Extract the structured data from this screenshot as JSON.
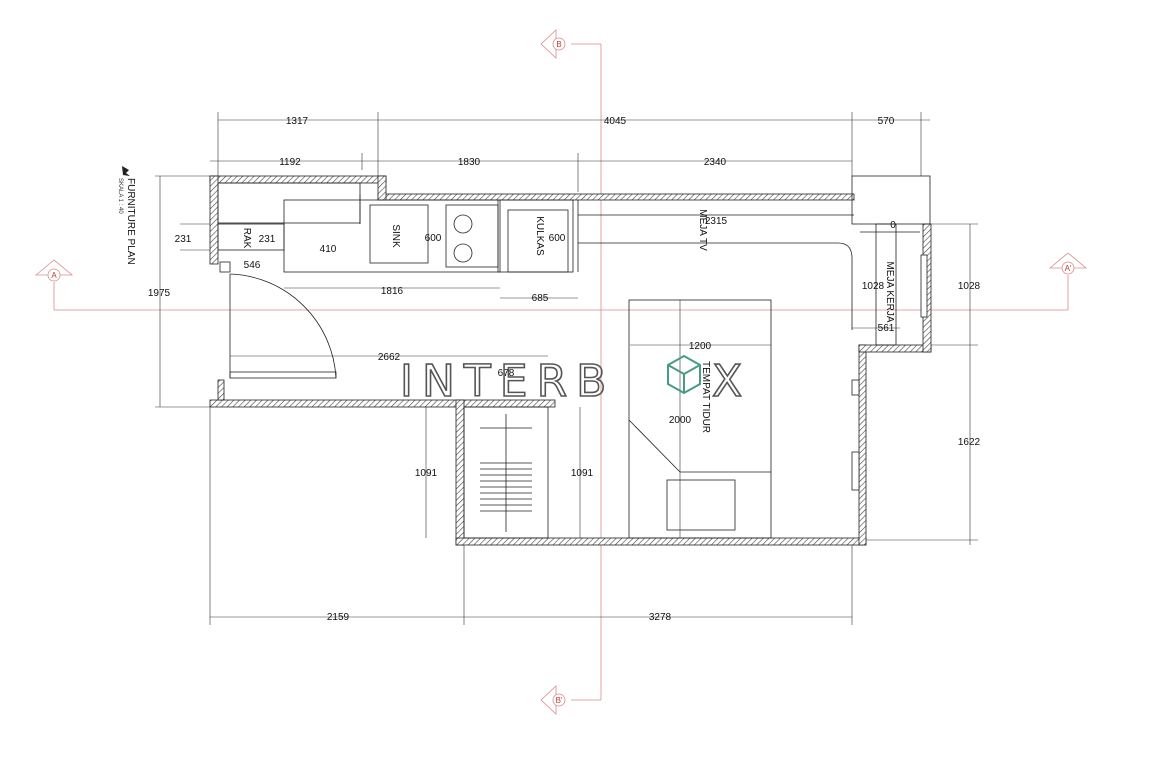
{
  "title": "FURNITURE PLAN",
  "scale": "SKALA 1 : 40",
  "watermark": "INTERB",
  "watermark_tail": "X",
  "sections": {
    "a": "A",
    "a_prime": "A'",
    "b_top": "B",
    "b_bottom": "B'"
  },
  "rooms": {
    "rak": "RAK",
    "sink": "SINK",
    "kulkas": "KULKAS",
    "meja_tv": "MEJA TV",
    "meja_kerja": "MEJA KERJA",
    "tempat_tidur": "TEMPAT TIDUR"
  },
  "dimensions": {
    "top_1317": "1317",
    "top_4045": "4045",
    "top_570": "570",
    "row_1192": "1192",
    "row_1830": "1830",
    "row_2340": "2340",
    "left_231": "231",
    "rak_231": "231",
    "rak_546": "546",
    "d_410": "410",
    "sink_600": "600",
    "kulkas_600": "600",
    "d_1816": "1816",
    "d_685": "685",
    "d_2315": "2315",
    "d_0": "0",
    "left_1975": "1975",
    "d_1028_in": "1028",
    "d_1028_out": "1028",
    "d_561": "561",
    "d_1200": "1200",
    "d_2662": "2662",
    "d_678": "678",
    "d_2000": "2000",
    "d_1091_a": "1091",
    "d_1091_b": "1091",
    "d_1622": "1622",
    "bot_2159": "2159",
    "bot_3278": "3278"
  }
}
